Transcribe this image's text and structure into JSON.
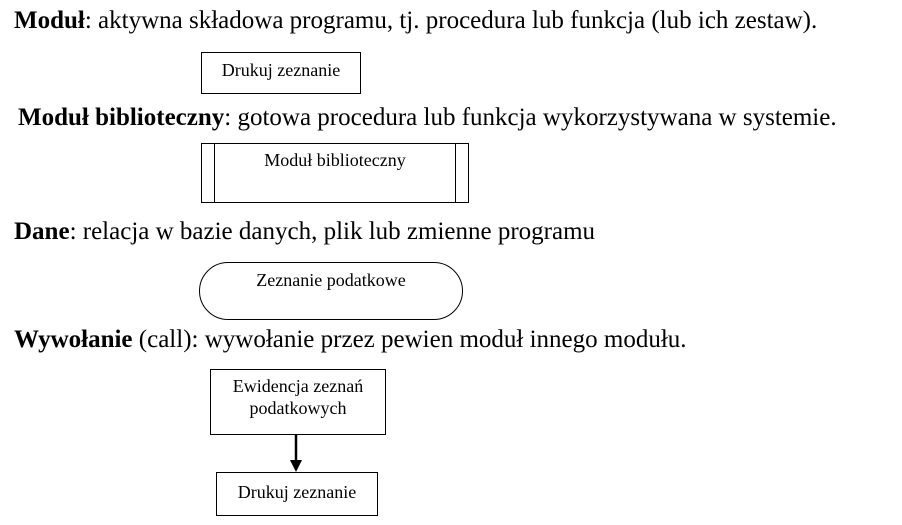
{
  "definitions": {
    "module": {
      "term": "Moduł",
      "desc": ": aktywna składowa programu, tj. procedura lub funkcja (lub ich zestaw).",
      "example": "Drukuj zeznanie"
    },
    "library_module": {
      "term": "Moduł biblioteczny",
      "desc": ": gotowa procedura lub funkcja wykorzystywana w systemie.",
      "example": "Moduł biblioteczny"
    },
    "data": {
      "term": "Dane",
      "desc": ": relacja w bazie danych, plik lub zmienne programu",
      "example": "Zeznanie podatkowe"
    },
    "call": {
      "term": "Wywołanie",
      "desc": " (call): wywołanie przez pewien moduł innego modułu.",
      "caller_line1": "Ewidencja zeznań",
      "caller_line2": "podatkowych",
      "callee": "Drukuj zeznanie"
    }
  }
}
